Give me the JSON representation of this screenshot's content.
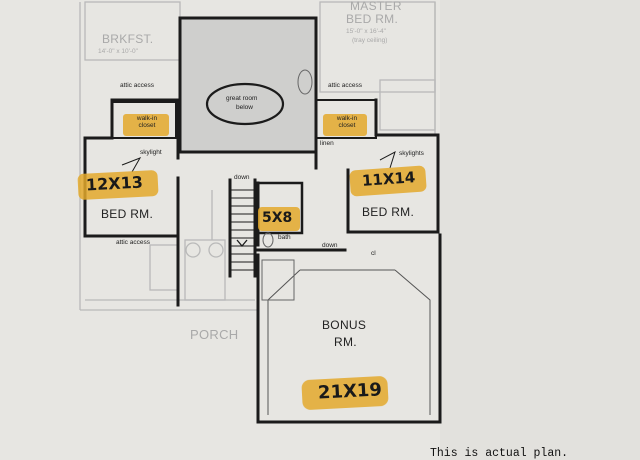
{
  "plan": {
    "ghost_labels": {
      "brkfst": "BRKFST.",
      "brkfst_dims": "14'-0\" x 10'-0\"",
      "master_bed": "MASTER",
      "master_bed_2": "BED RM.",
      "master_dims": "15'-0\" x 16'-4\"",
      "master_note": "(tray ceiling)",
      "porch": "PORCH"
    },
    "rooms": {
      "great_room_line1": "great room",
      "great_room_line2": "below",
      "bed_left": "BED RM.",
      "bed_right": "BED RM.",
      "bonus_line1": "BONUS",
      "bonus_line2": "RM."
    },
    "small_labels": {
      "attic_access_tl": "attic access",
      "attic_access_tr": "attic access",
      "attic_access_bl": "attic access",
      "walk_in_left": "walk-in closet",
      "walk_in_right": "walk-in closet",
      "skylight_left": "skylight",
      "skylights_right": "skylights",
      "linen": "linen",
      "down_top": "down",
      "down_mid": "down",
      "bath": "bath",
      "closet": "cl"
    },
    "handwritten": {
      "bed_left_size": "12X13",
      "bed_right_size": "11X14",
      "bath_size": "5X8",
      "bonus_size": "21X19"
    },
    "caption": "This is actual plan."
  },
  "colors": {
    "paper": "#e7e6e2",
    "ink": "#1b1b1b",
    "ghost": "#b4b4b4",
    "highlight": "#e3a92b"
  }
}
